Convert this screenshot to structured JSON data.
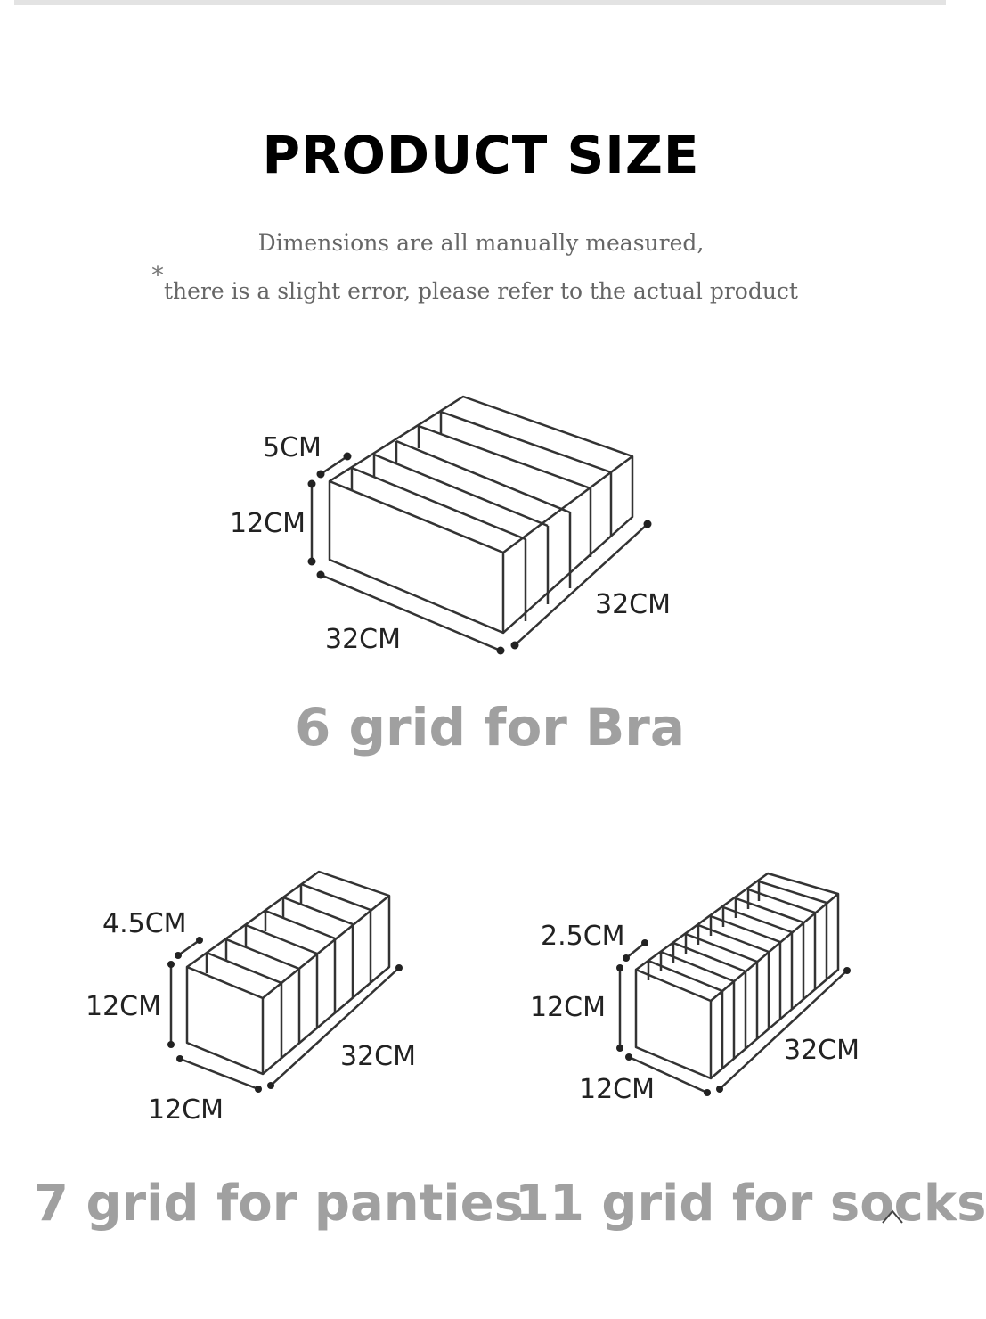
{
  "header": {
    "title": "PRODUCT SIZE"
  },
  "notes": {
    "line1": "Dimensions are all manually measured,",
    "asterisk": "*",
    "line2": "there is a slight error, please refer to the actual product"
  },
  "products": [
    {
      "caption": "6 grid for Bra",
      "compartments": 6,
      "labels": {
        "width": "5CM",
        "height": "12CM",
        "depth": "32CM",
        "length": "32CM"
      }
    },
    {
      "caption": "7 grid for panties",
      "compartments": 7,
      "labels": {
        "width": "4.5CM",
        "height": "12CM",
        "depth": "12CM",
        "length": "32CM"
      }
    },
    {
      "caption": "11 grid for socks",
      "compartments": 11,
      "labels": {
        "width": "2.5CM",
        "height": "12CM",
        "depth": "12CM",
        "length": "32CM"
      }
    }
  ],
  "icons": {
    "scroll_top": "chevron-up-icon"
  },
  "colors": {
    "caption": "#a0a0a0",
    "title": "#000000",
    "note": "#666666"
  }
}
